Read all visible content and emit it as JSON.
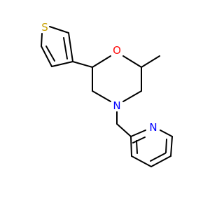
{
  "molecule": {
    "atoms": [
      {
        "id": "S1",
        "label": "S",
        "color": "#c8a000"
      },
      {
        "id": "O1",
        "label": "O",
        "color": "#ff0d0d"
      },
      {
        "id": "N1",
        "label": "N",
        "color": "#0000ff"
      },
      {
        "id": "N2",
        "label": "N",
        "color": "#0000ff"
      }
    ],
    "bond_color": "#000000",
    "background": "#ffffff"
  }
}
